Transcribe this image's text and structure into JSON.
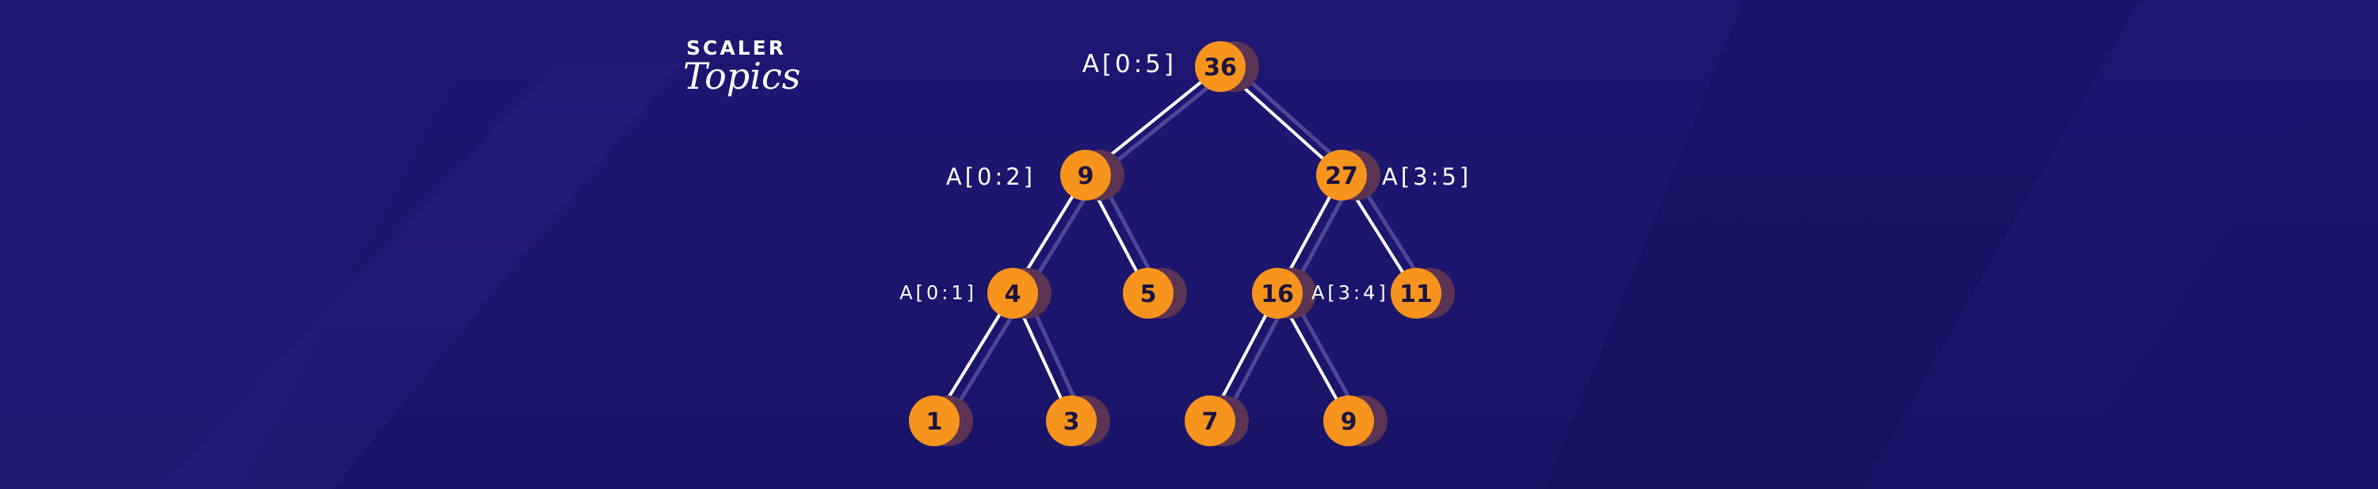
{
  "logo": {
    "brand": "SCALER",
    "sub": "Topics"
  },
  "colors": {
    "background": "#1b156c",
    "node_fill": "#f7941d",
    "node_shadow": "#5a3452",
    "edge": "#ffffff",
    "edge_shadow": "#4c4797",
    "label": "#ffffff"
  },
  "tree": {
    "nodes": [
      {
        "id": "root",
        "value": "36"
      },
      {
        "id": "l",
        "value": "9"
      },
      {
        "id": "r",
        "value": "27"
      },
      {
        "id": "ll",
        "value": "4"
      },
      {
        "id": "lr",
        "value": "5"
      },
      {
        "id": "rl",
        "value": "16"
      },
      {
        "id": "rr",
        "value": "11"
      },
      {
        "id": "lll",
        "value": "1"
      },
      {
        "id": "llr",
        "value": "3"
      },
      {
        "id": "rll",
        "value": "7"
      },
      {
        "id": "rlr",
        "value": "9"
      }
    ],
    "edges": [
      [
        "root",
        "l"
      ],
      [
        "root",
        "r"
      ],
      [
        "l",
        "ll"
      ],
      [
        "l",
        "lr"
      ],
      [
        "r",
        "rl"
      ],
      [
        "r",
        "rr"
      ],
      [
        "ll",
        "lll"
      ],
      [
        "ll",
        "llr"
      ],
      [
        "rl",
        "rll"
      ],
      [
        "rl",
        "rlr"
      ]
    ],
    "ranges": [
      {
        "node": "root",
        "text": "A[0:5]"
      },
      {
        "node": "l",
        "text": "A[0:2]"
      },
      {
        "node": "r",
        "text": "A[3:5]"
      },
      {
        "node": "ll",
        "text": "A[0:1]"
      },
      {
        "node": "rl",
        "text": "A[3:4]"
      }
    ]
  }
}
